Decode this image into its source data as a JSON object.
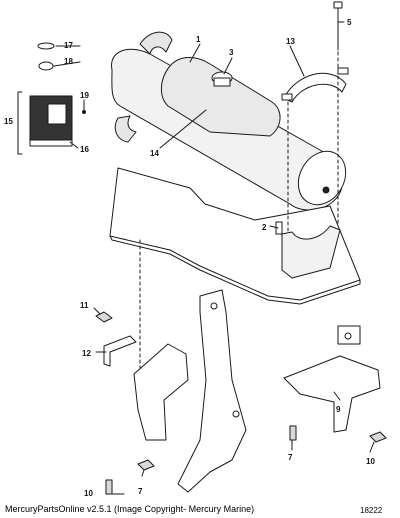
{
  "callouts": {
    "c1": "1",
    "c2": "2",
    "c3": "3",
    "c5": "5",
    "c7a": "7",
    "c7b": "7",
    "c9": "9",
    "c10a": "10",
    "c10b": "10",
    "c11": "11",
    "c12": "12",
    "c13": "13",
    "c14": "14",
    "c15": "15",
    "c16": "16",
    "c17": "17",
    "c18": "18",
    "c19": "19"
  },
  "footer": {
    "text": "MercuryPartsOnline v2.5.1 (Image Copyright- Mercury Marine)"
  },
  "figure_id": "18222",
  "colors": {
    "line": "#1a1a1a",
    "fill": "#ffffff",
    "shade": "#d9d9d9",
    "dark": "#222222"
  }
}
